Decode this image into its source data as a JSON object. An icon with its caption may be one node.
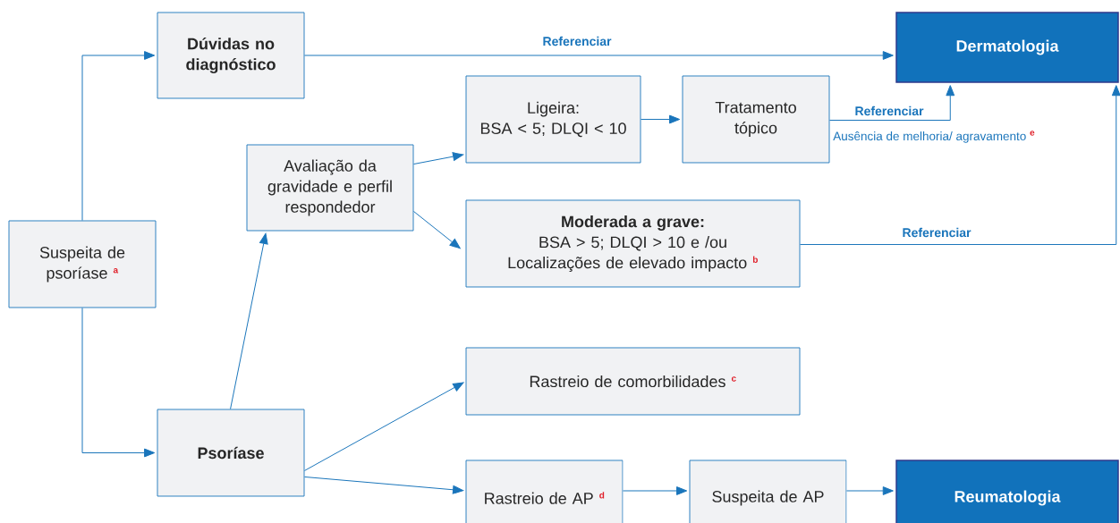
{
  "diagram": {
    "nodes": [
      {
        "text": [
          "Suspeita de psoríase",
          "a"
        ]
      },
      {
        "text": [
          "Dúvidas no diagnóstico"
        ]
      },
      {
        "text": [
          "Dermatologia"
        ]
      },
      {
        "text": [
          "Avaliação da gravidade e perfil respondedor"
        ]
      },
      {
        "text": [
          "Ligeira:",
          "BSA < 5; DLQI < 10"
        ]
      },
      {
        "text": [
          "Tratamento tópico"
        ]
      },
      {
        "text": [
          "Moderada a grave:",
          "BSA > 5; DLQI > 10 e /ou Localizações de elevado impacto",
          "b"
        ]
      },
      {
        "text": [
          "Psoríase"
        ]
      },
      {
        "text": [
          "Rastreio de comorbilidades",
          "c"
        ]
      },
      {
        "text": [
          "Rastreio de AP",
          "d"
        ]
      },
      {
        "text": [
          "Suspeita de AP"
        ]
      },
      {
        "text": [
          "Reumatologia"
        ]
      }
    ],
    "edges": [
      {
        "from": 0,
        "to": 1,
        "arrow": "to"
      },
      {
        "from": 0,
        "to": 7,
        "arrow": "to"
      },
      {
        "from": 1,
        "to": 2,
        "arrow": "to",
        "label": "Referenciar"
      },
      {
        "from": 7,
        "to": 3,
        "arrow": "to"
      },
      {
        "from": 3,
        "to": 4,
        "arrow": "to"
      },
      {
        "from": 3,
        "to": 6,
        "arrow": "to"
      },
      {
        "from": 4,
        "to": 5,
        "arrow": "to"
      },
      {
        "from": 5,
        "to": 2,
        "arrow": "to",
        "label": "Referenciar"
      },
      {
        "from": 6,
        "to": 2,
        "arrow": "to",
        "label": "Referenciar"
      },
      {
        "from": 7,
        "to": 8,
        "arrow": "to"
      },
      {
        "from": 7,
        "to": 9,
        "arrow": "to"
      },
      {
        "from": 9,
        "to": 10,
        "arrow": "to"
      },
      {
        "from": 10,
        "to": 11,
        "arrow": "to"
      }
    ],
    "labels": [
      "Ausência de melhoria/ agravamento",
      "e"
    ]
  }
}
